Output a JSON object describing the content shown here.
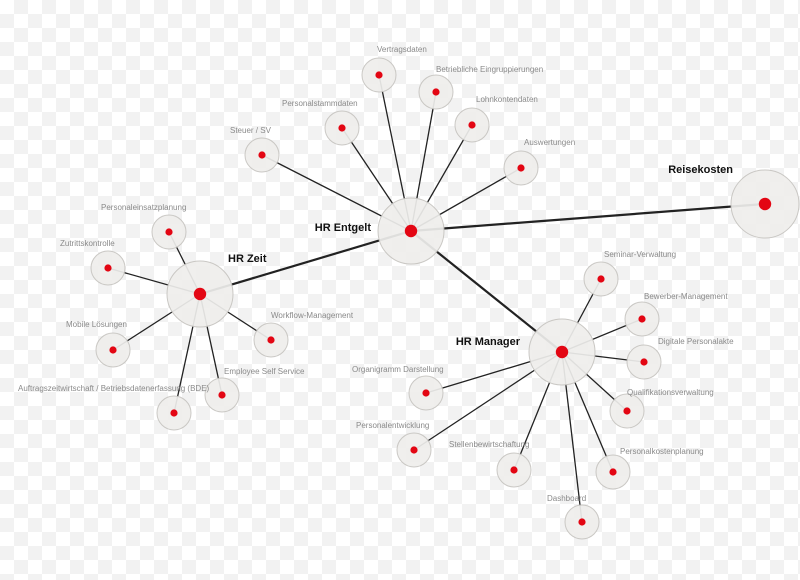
{
  "colors": {
    "node": "#e30613",
    "edge": "#222222",
    "hub_highlight_label": "#e30613",
    "hub_label": "#111111",
    "sub_label": "#8a8a8a"
  },
  "hubs": [
    {
      "id": "hr-entgelt",
      "label": "HR Entgelt",
      "highlight": true
    },
    {
      "id": "hr-zeit",
      "label": "HR Zeit"
    },
    {
      "id": "hr-manager",
      "label": "HR Manager"
    },
    {
      "id": "reisekosten",
      "label": "Reisekosten"
    }
  ],
  "hub_links": [
    [
      "hr-entgelt",
      "hr-zeit"
    ],
    [
      "hr-entgelt",
      "hr-manager"
    ],
    [
      "hr-entgelt",
      "reisekosten"
    ]
  ],
  "nodes": {
    "hr-entgelt": [
      "Vertragsdaten",
      "Betriebliche Eingruppierungen",
      "Lohnkontendaten",
      "Personalstammdaten",
      "Steuer / SV",
      "Auswertungen"
    ],
    "hr-zeit": [
      "Personaleinsatzplanung",
      "Zutrittskontrolle",
      "Mobile Lösungen",
      "Workflow-Management",
      "Employee Self Service",
      "Auftragszeitwirtschaft / Betriebsdatenerfassung (BDE)"
    ],
    "hr-manager": [
      "Seminar-Verwaltung",
      "Bewerber-Management",
      "Digitale Personalakte",
      "Qualifikationsverwaltung",
      "Personalkostenplanung",
      "Organigramm Darstellung",
      "Personalentwicklung",
      "Stellenbewirtschaftung",
      "Dashboard"
    ]
  }
}
